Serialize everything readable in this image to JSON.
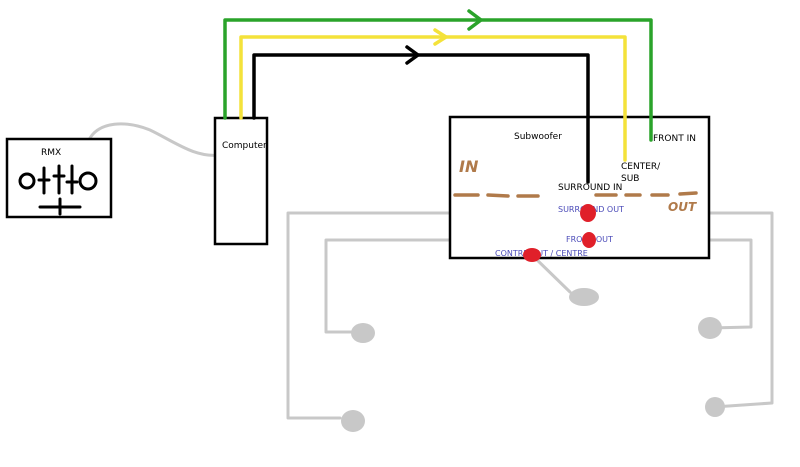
{
  "labels": {
    "rmx": "RMX",
    "computer": "Computer",
    "subwoofer": "Subwoofer",
    "front_in": "FRONT IN",
    "center_sub_line1": "CENTER/",
    "center_sub_line2": "SUB",
    "surround_in": "SURROUND IN",
    "in_marker": "IN",
    "out_marker": "OUT",
    "surround_out": "SURROUND OUT",
    "front_out": "FRONT OUT",
    "centre_out": "CONTRE OUT / CENTRE"
  },
  "colors": {
    "green_wire": "#2aa32a",
    "yellow_wire": "#f4e23a",
    "black_wire": "#000000",
    "grey_wire": "#c8c8c8",
    "speaker": "#c8c8c8",
    "jack": "#e0202a",
    "marker": "#b07a4a",
    "output_text": "#4a4ab8"
  }
}
